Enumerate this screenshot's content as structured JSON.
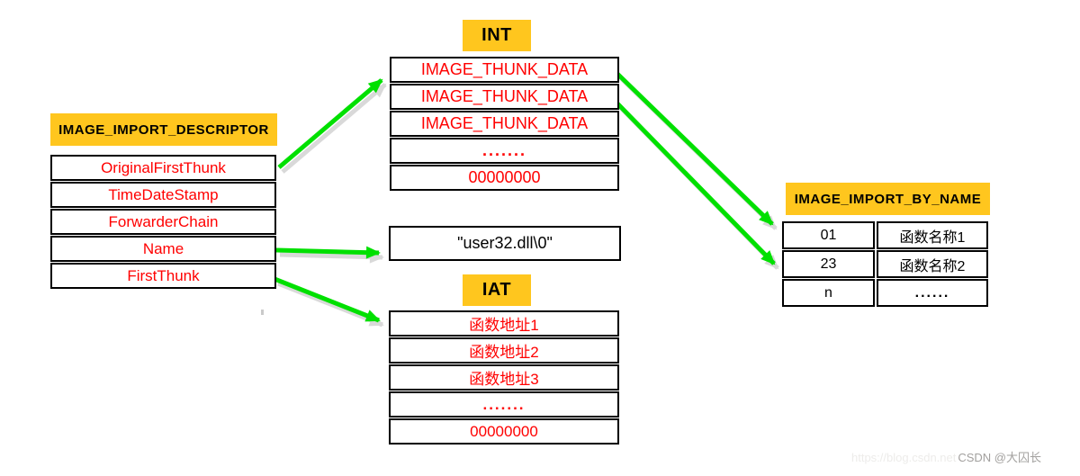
{
  "colors": {
    "header_bg": "#ffc61e",
    "row_text_red": "#ff0000",
    "arrow_green": "#00e000",
    "arrow_shadow": "#c6c6c6",
    "border": "#000000"
  },
  "descriptor": {
    "title": "IMAGE_IMPORT_DESCRIPTOR",
    "rows": [
      "OriginalFirstThunk",
      "TimeDateStamp",
      "ForwarderChain",
      "Name",
      "FirstThunk"
    ]
  },
  "int_table": {
    "title": "INT",
    "rows": [
      "IMAGE_THUNK_DATA",
      "IMAGE_THUNK_DATA",
      "IMAGE_THUNK_DATA",
      ".......",
      "00000000"
    ]
  },
  "dll_string": "\"user32.dll\\0\"",
  "iat_table": {
    "title": "IAT",
    "rows": [
      "函数地址1",
      "函数地址2",
      "函数地址3",
      ".......",
      "00000000"
    ]
  },
  "by_name_table": {
    "title": "IMAGE_IMPORT_BY_NAME",
    "rows": [
      {
        "ordinal": "01",
        "name": "函数名称1"
      },
      {
        "ordinal": "23",
        "name": "函数名称2"
      },
      {
        "ordinal": "n",
        "name": "......"
      }
    ]
  },
  "watermark": {
    "url": "https://blog.csdn.net",
    "credit": "CSDN @大囚长"
  }
}
